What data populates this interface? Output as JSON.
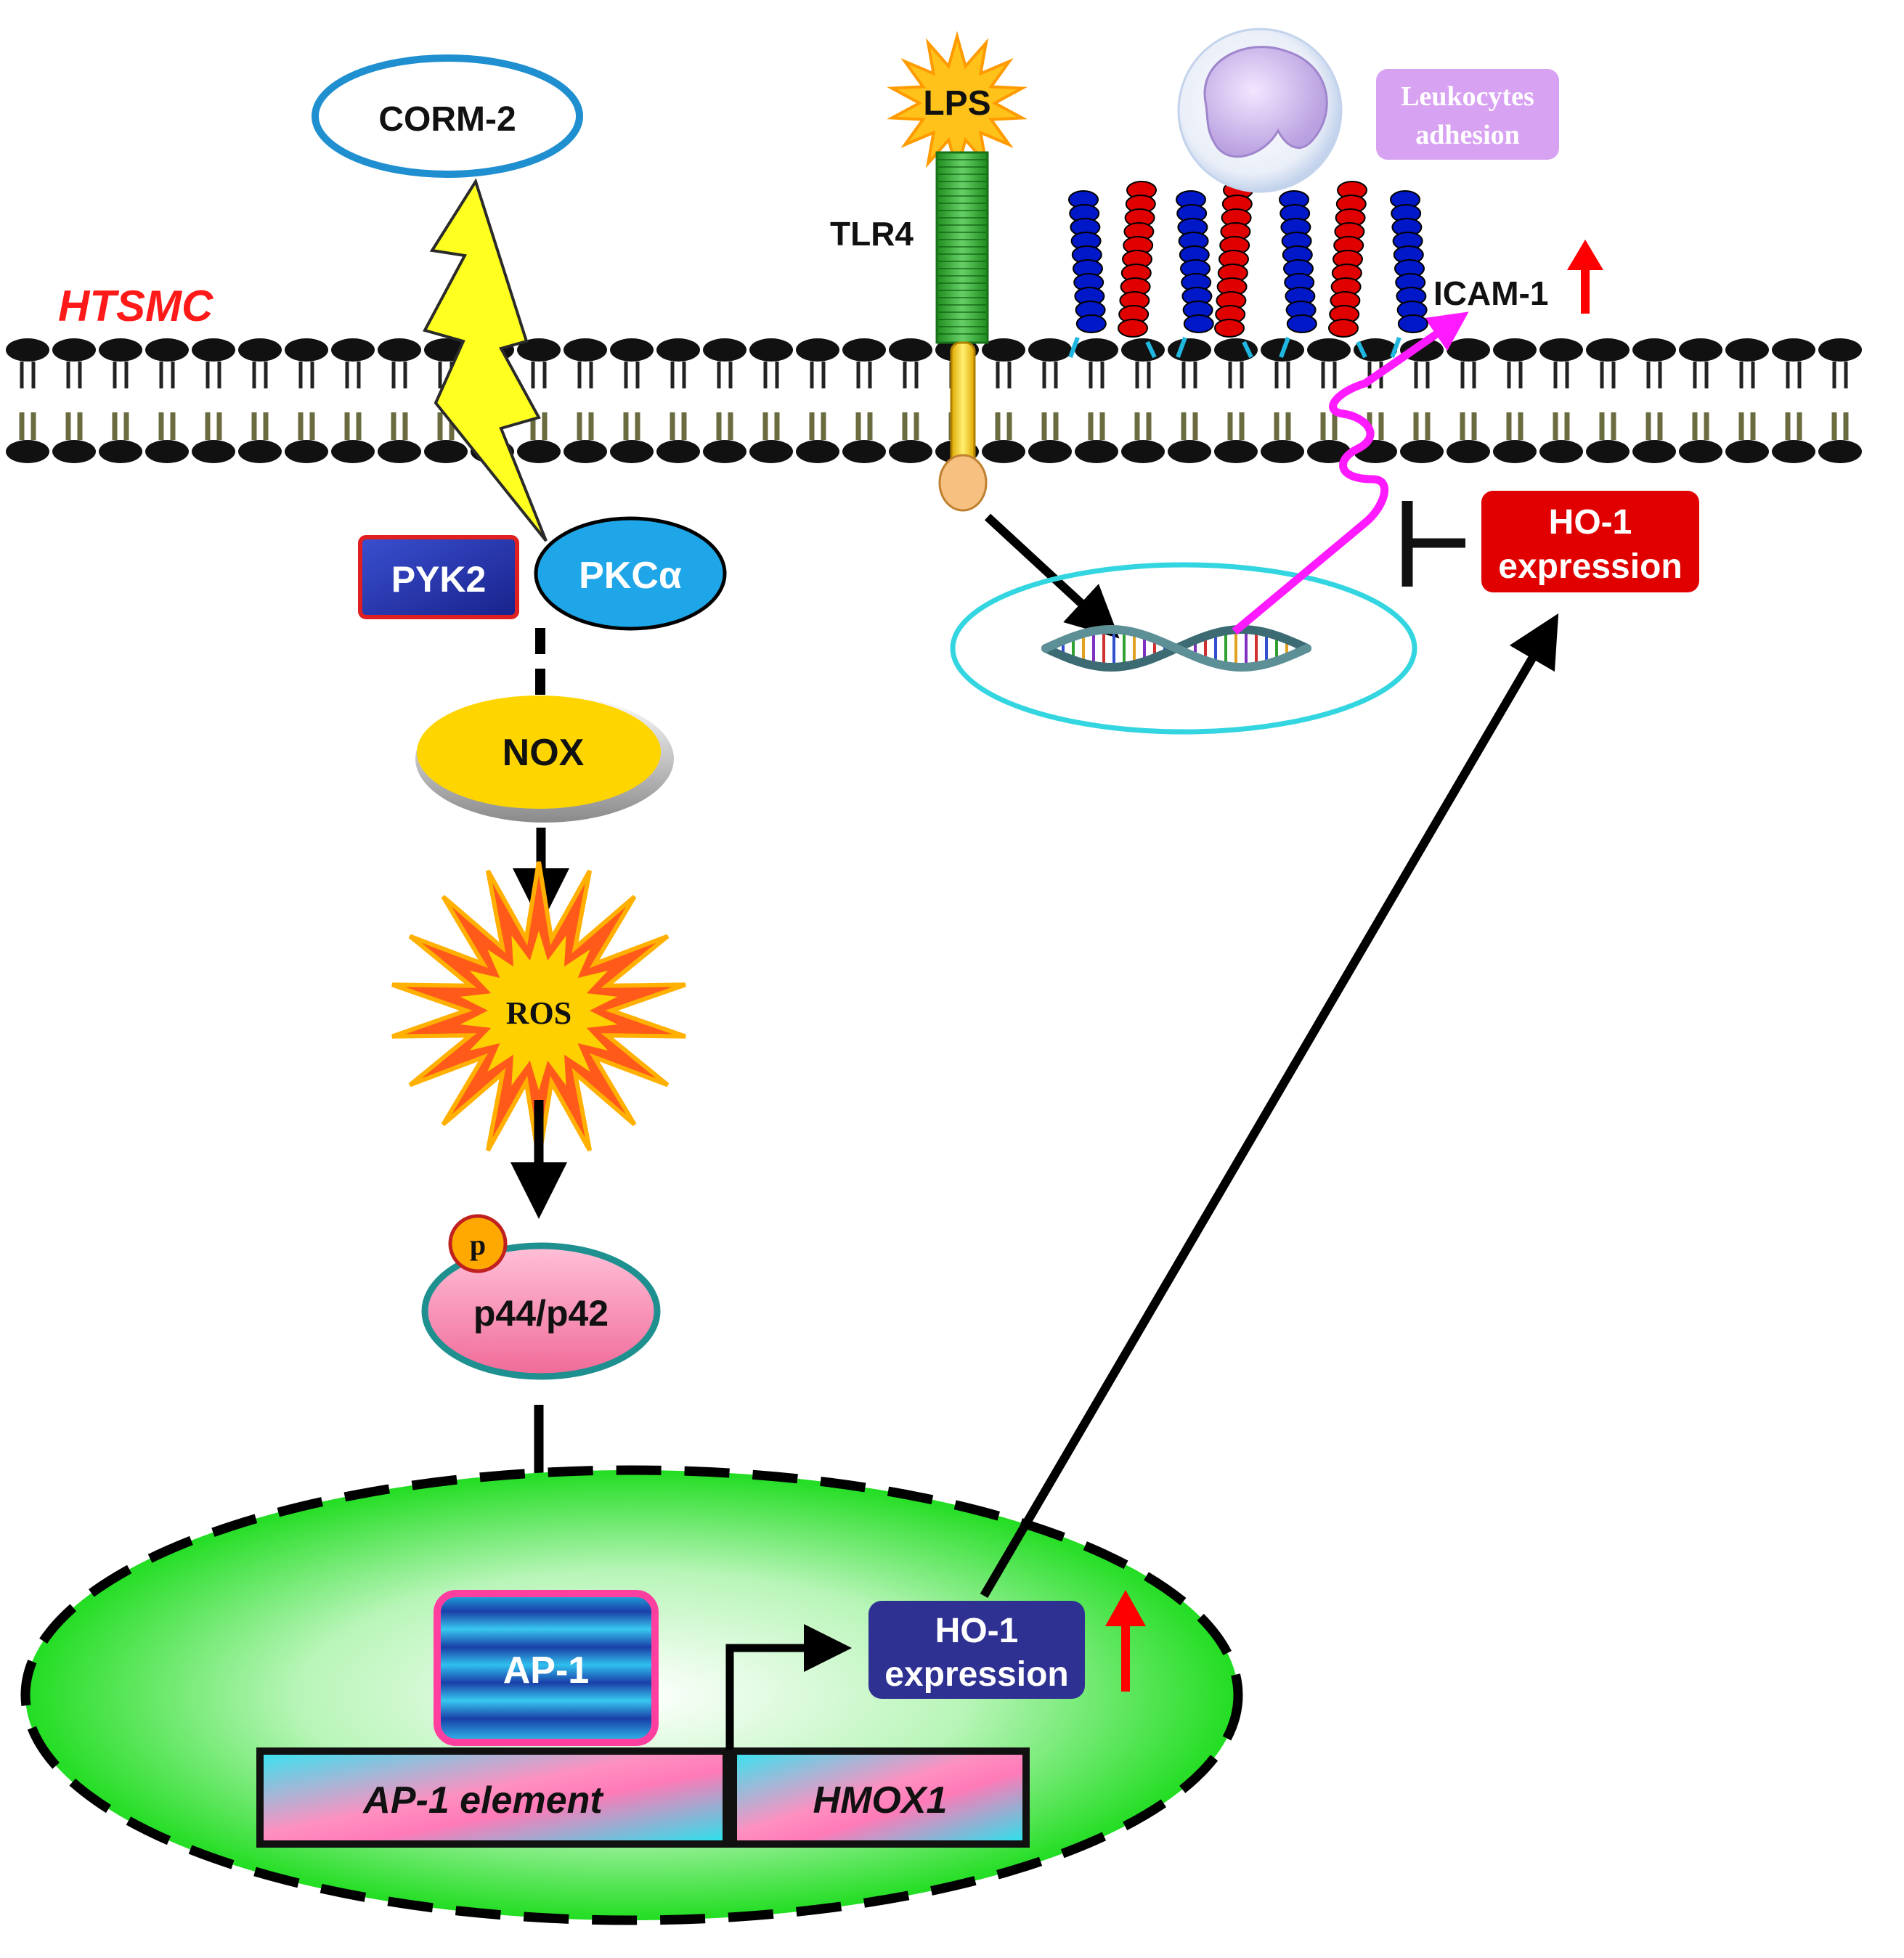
{
  "cell_label": "HTSMC",
  "nodes": {
    "corm2": "CORM-2",
    "pyk2": "PYK2",
    "pkc": "PKCα",
    "nox": "NOX",
    "ros": "ROS",
    "phospho": "p",
    "p44p42": "p44/p42",
    "ap1": "AP-1",
    "ap1_element": "AP-1 element",
    "hmox1": "HMOX1",
    "lps": "LPS",
    "tlr4": "TLR4",
    "icam1": "ICAM-1"
  },
  "ho1_nuclear": {
    "line1": "HO-1",
    "line2": "expression"
  },
  "ho1_cyto": {
    "line1": "HO-1",
    "line2": "expression"
  },
  "leukocyte": {
    "line1": "Leukocytes",
    "line2": "adhesion"
  },
  "colors": {
    "cell_label": "#ff1a1a",
    "up_arrow": "#ff0000",
    "pyk2": "#2b3fb0",
    "pkc": "#1fa6e8",
    "nox": "#ffd500",
    "nucleus": "#33e033",
    "ho1_nuclear": "#2f3192",
    "ho1_cyto": "#e00000",
    "leukocyte_badge": "#d8a2f2",
    "magenta": "#ff1aff",
    "icam_blue": "#0018c8",
    "icam_red": "#e00000",
    "tlr4": "#2fa82f"
  }
}
